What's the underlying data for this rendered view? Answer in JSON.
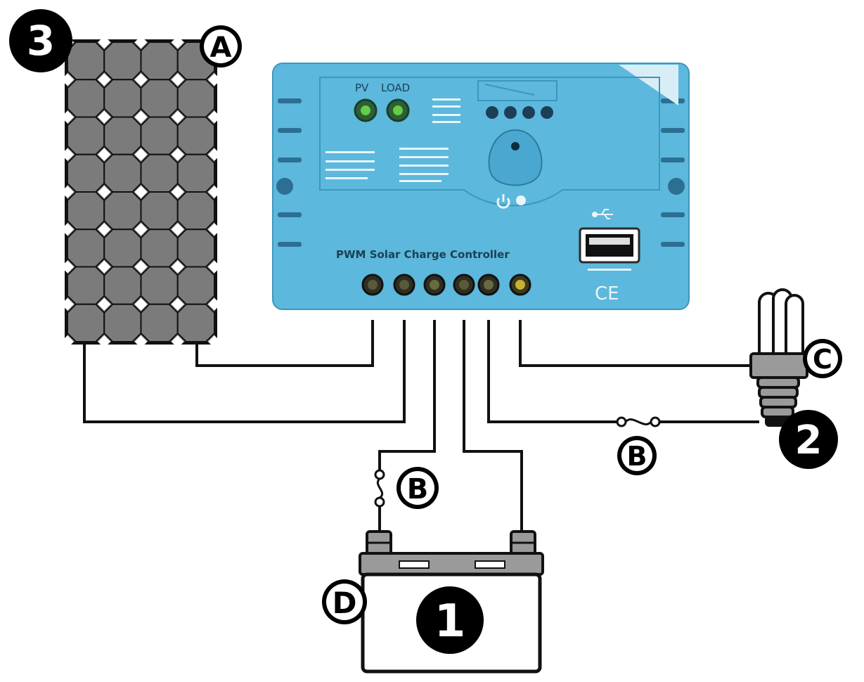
{
  "controller": {
    "pv_label": "PV",
    "load_label": "LOAD",
    "title": "PWM Solar Charge Controller",
    "ce_mark": "CE",
    "color": "#5cb8dc"
  },
  "markers": {
    "panel_number": "3",
    "panel_letter": "A",
    "load_number": "2",
    "load_letter": "C",
    "battery_number": "1",
    "battery_letter": "D",
    "fuse_battery_letter": "B",
    "fuse_load_letter": "B"
  },
  "icons": {
    "solar_panel": "solar-panel-icon",
    "battery": "battery-icon",
    "lamp": "cfl-lamp-icon",
    "usb": "usb-icon",
    "power": "power-icon"
  }
}
